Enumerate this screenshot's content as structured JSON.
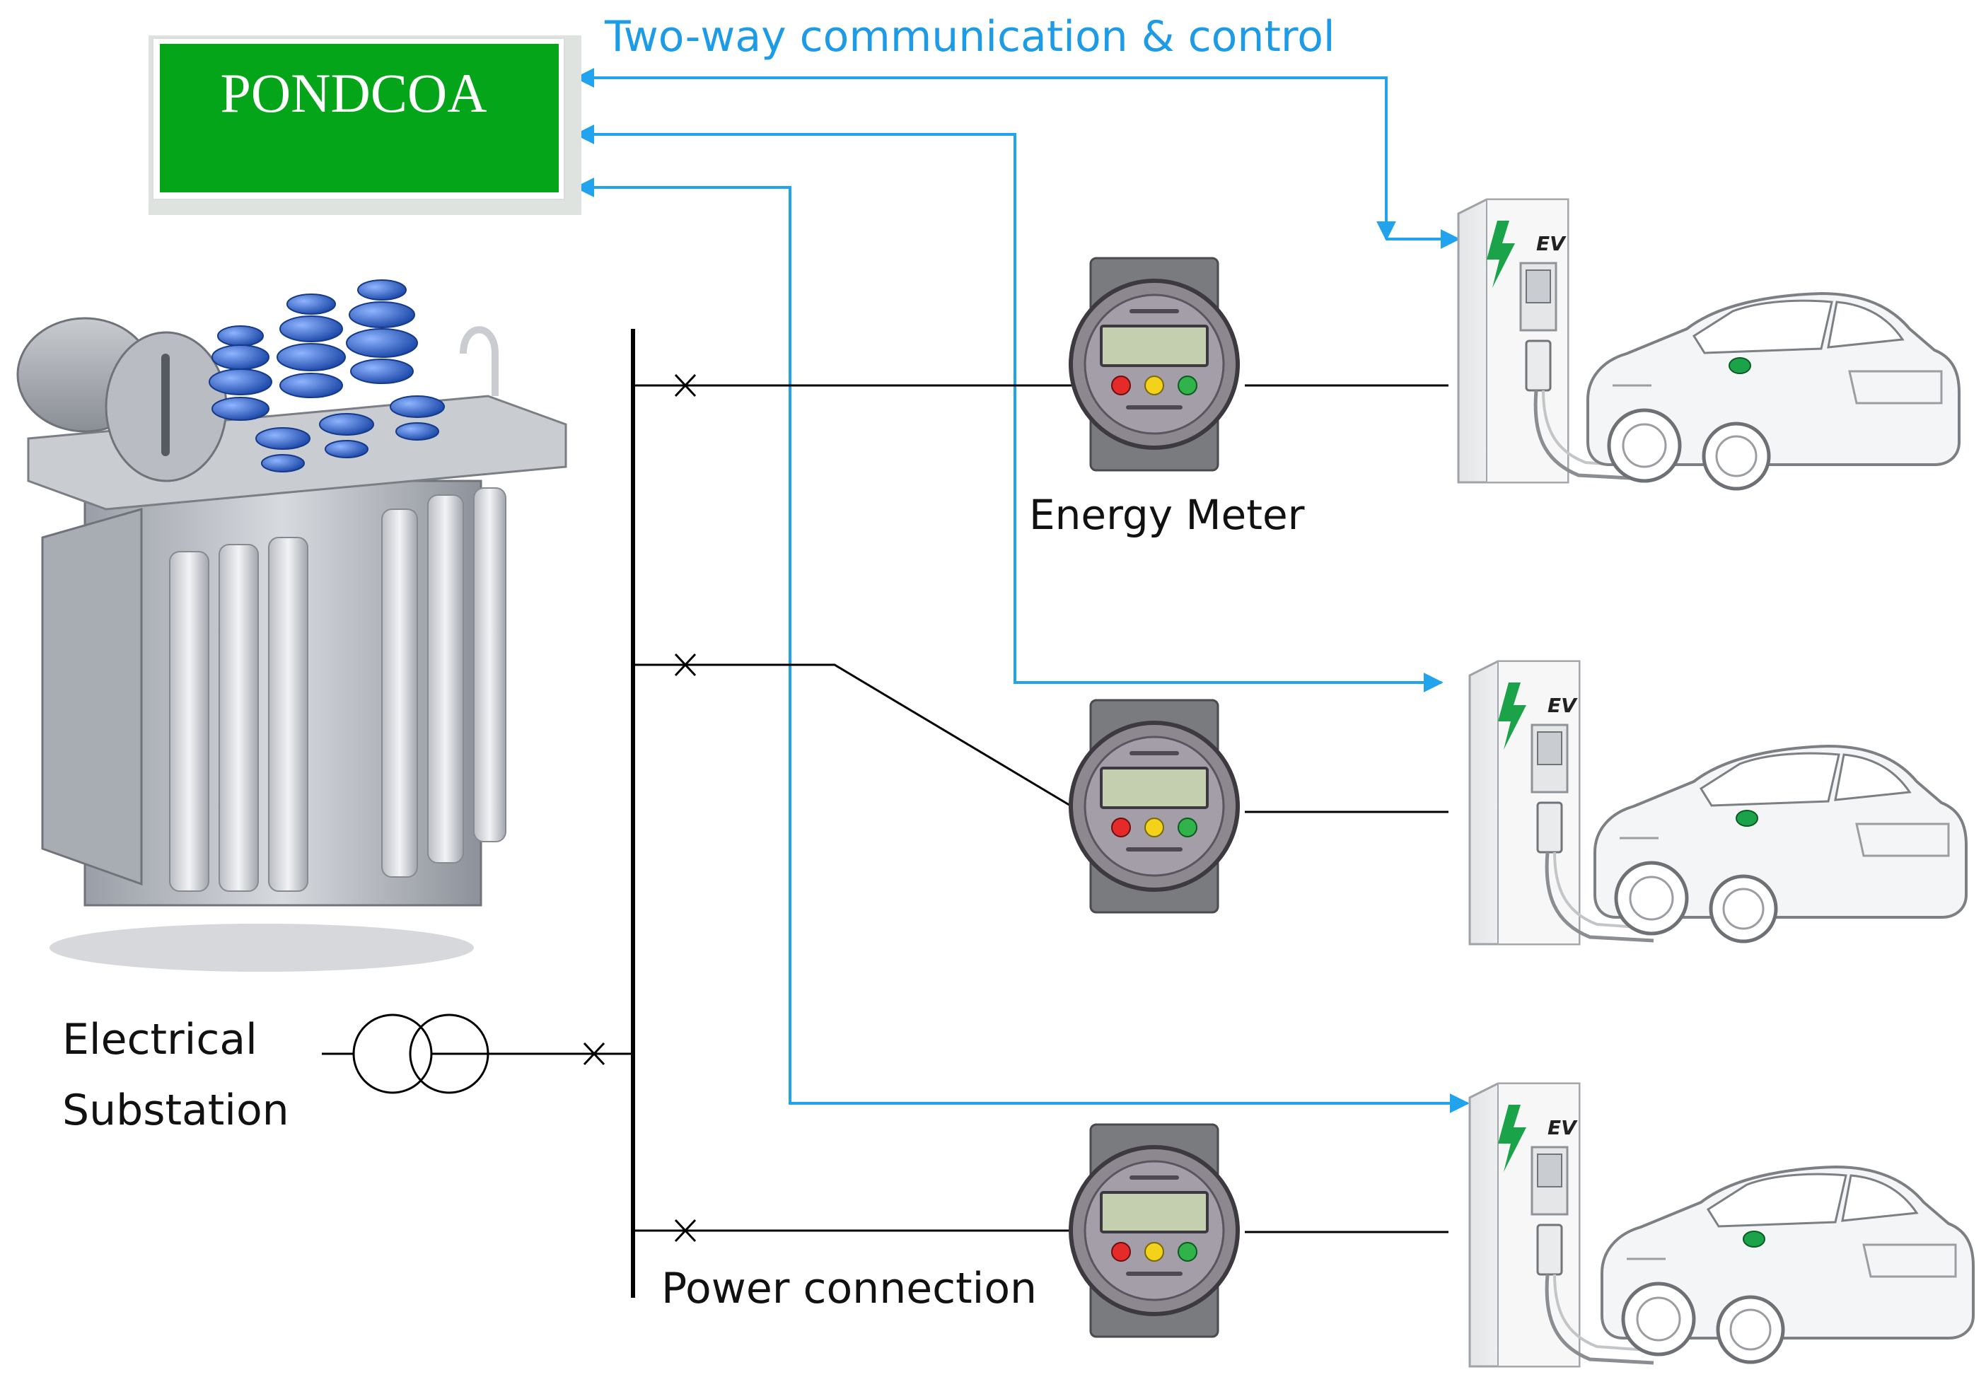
{
  "controller": {
    "label": "PONDCOA",
    "fill": "#05A51A"
  },
  "labels": {
    "communication": "Two-way communication & control",
    "energy_meter": "Energy Meter",
    "substation_line1": "Electrical",
    "substation_line2": "Substation",
    "power_connection": "Power connection"
  },
  "charger": {
    "badge": "EV"
  },
  "colors": {
    "comm_line": "#22A3EE",
    "comm_text": "#1E9BE6",
    "power_line": "#000000",
    "transformer_blue": "#1D57C4",
    "bolt_green": "#1BA34A"
  }
}
